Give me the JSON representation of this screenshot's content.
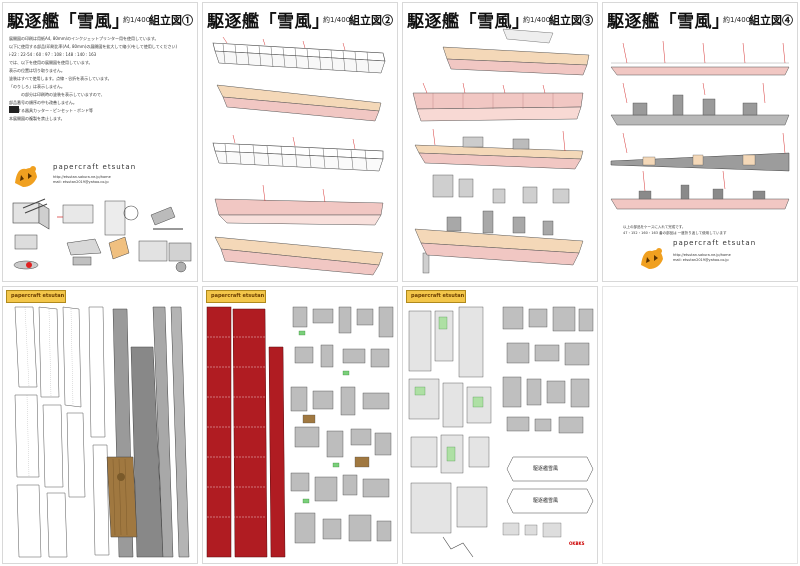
{
  "instructions": [
    {
      "title": "駆逐艦「雪風」",
      "scale": "約1/400",
      "step": "組立図①",
      "notes": [
        "展開図の印刷は用紙A4, 80mm/のインクジェットプリンター用を使用しています。",
        "以下に使用する部品(印刷比率(A4, 80mm)の展開図を拡大して縮小)をして使用してください)",
        "i-22 : 22-54 : 60 : 97 : 108 : 148 : 140 : 163",
        "では、以下を使用の展開図を使用しています。",
        "表示の位置は切り取りません。",
        "塗装はすべて使用します。点線・谷折を表示しています。",
        "「のりしろ」は表示しません。",
        "の部分は印刷時の塗装を表示していますので、",
        "部品番号の順序の中も改善しません。",
        "使用する器具カッター・ピンセット・ボンド等",
        "本展開図の複製を禁止します。"
      ],
      "brand": "papercraft etsutan",
      "contact": [
        "http://etsutan.sakura.ne.jp/home",
        "mail: etsutan2019@yahoo.co.jp"
      ]
    },
    {
      "title": "駆逐艦「雪風」",
      "scale": "約1/400",
      "step": "組立図②"
    },
    {
      "title": "駆逐艦「雪風」",
      "scale": "約1/400",
      "step": "組立図③"
    },
    {
      "title": "駆逐艦「雪風」",
      "scale": "約1/400",
      "step": "組立図④",
      "notes": [
        "以上の部品をケースに入れて完成です。",
        "47・152・160・163 番の部品は 一度折り返して使用しています"
      ],
      "brand": "papercraft etsutan",
      "contact": [
        "http://etsutan.sakura.ne.jp/home",
        "mail: etsutan2019@yahoo.co.jp"
      ]
    }
  ],
  "parts_sheets": [
    {
      "banner": "papercraft etsutan"
    },
    {
      "banner": "papercraft etsutan"
    },
    {
      "banner": "papercraft etsutan",
      "plates": [
        "駆逐艦雪風",
        "駆逐艦雪風"
      ],
      "code": "OKBKS"
    }
  ],
  "colors": {
    "hull_pink": "#f1c7c3",
    "deck_tan": "#f4d8b8",
    "hull_grey": "#9a9a9a",
    "parts_red": "#b01c22",
    "deck_wood": "#a07840",
    "logo_orange": "#f0a020",
    "banner_yellow": "#f3c64a"
  }
}
